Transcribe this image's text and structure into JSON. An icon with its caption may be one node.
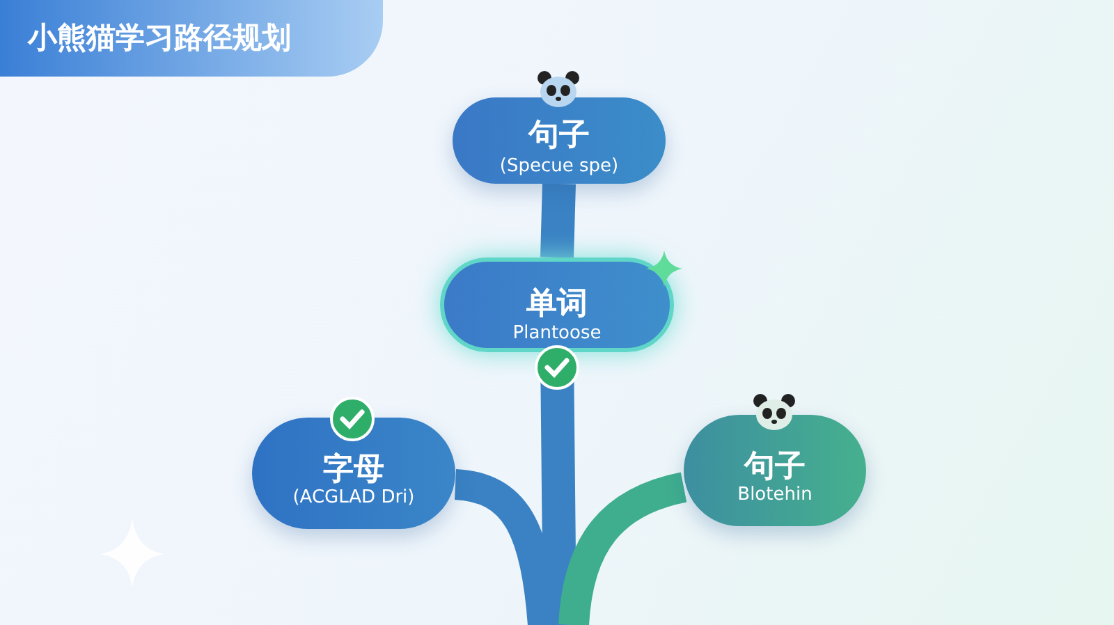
{
  "diagram": {
    "title": "小熊猫学习路径规划",
    "nodes": [
      {
        "text": [
          "句子",
          "(Specue spe)"
        ]
      },
      {
        "text": [
          "单词",
          "Plantoose"
        ]
      },
      {
        "text": [
          "字母",
          "(ACGLAD Dri)"
        ]
      },
      {
        "text": [
          "句子",
          "Blotehin"
        ]
      }
    ],
    "edges": [
      {
        "from": 1,
        "to": 0,
        "arrow": "none"
      },
      {
        "from": null,
        "to": 1,
        "arrow": "none"
      },
      {
        "from": null,
        "to": 2,
        "arrow": "none"
      },
      {
        "from": null,
        "to": 3,
        "arrow": "none",
        "color": "#3fae8e"
      }
    ]
  }
}
